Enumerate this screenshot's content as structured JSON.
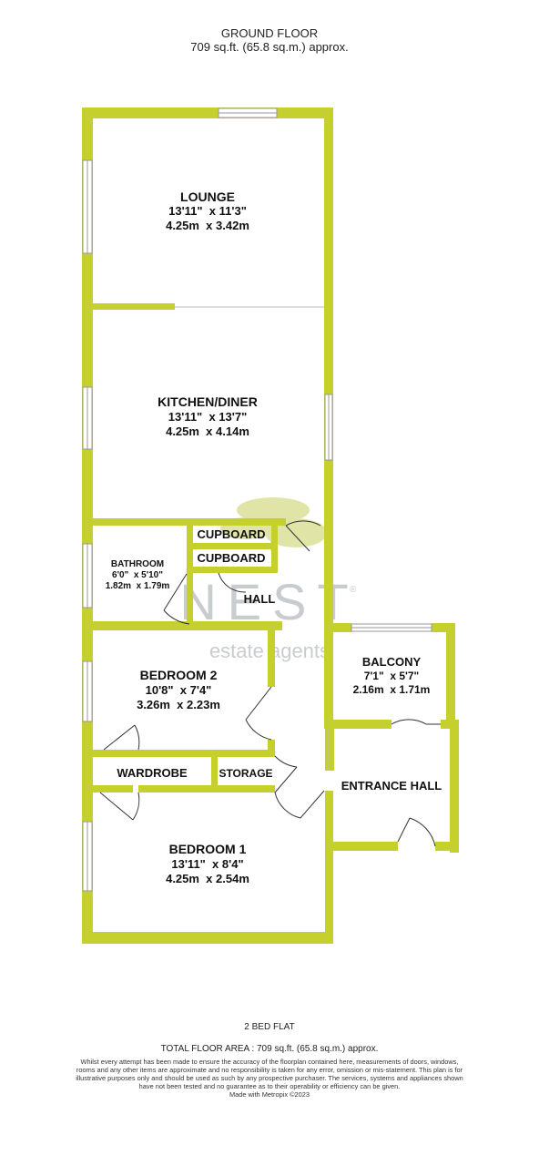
{
  "header": {
    "floor_title": "GROUND FLOOR",
    "floor_area": "709 sq.ft. (65.8 sq.m.) approx."
  },
  "rooms": {
    "lounge": {
      "name": "LOUNGE",
      "imperial": "13'11\"  x 11'3\"",
      "metric": "4.25m  x 3.42m"
    },
    "kitchen": {
      "name": "KITCHEN/DINER",
      "imperial": "13'11\"  x 13'7\"",
      "metric": "4.25m  x 4.14m"
    },
    "bathroom": {
      "name": "BATHROOM",
      "imperial": "6'0\"  x 5'10\"",
      "metric": "1.82m  x 1.79m"
    },
    "cupboard_1": {
      "name": "CUPBOARD"
    },
    "cupboard_2": {
      "name": "CUPBOARD"
    },
    "hall": {
      "name": "HALL"
    },
    "bedroom2": {
      "name": "BEDROOM 2",
      "imperial": "10'8\"  x 7'4\"",
      "metric": "3.26m  x 2.23m"
    },
    "balcony": {
      "name": "BALCONY",
      "imperial": "7'1\"  x 5'7\"",
      "metric": "2.16m  x 1.71m"
    },
    "wardrobe": {
      "name": "WARDROBE"
    },
    "storage": {
      "name": "STORAGE"
    },
    "entrance_hall": {
      "name": "ENTRANCE HALL"
    },
    "bedroom1": {
      "name": "BEDROOM 1",
      "imperial": "13'11\"  x 8'4\"",
      "metric": "4.25m  x 2.54m"
    }
  },
  "watermark": {
    "brand": "NEST",
    "tagline": "estate agents",
    "registered": "®"
  },
  "footer": {
    "property_type": "2 BED FLAT",
    "total_area": "TOTAL FLOOR AREA : 709 sq.ft. (65.8 sq.m.) approx.",
    "disclaimer": "Whilst every attempt has been made to ensure the accuracy of the floorplan contained here, measurements of doors, windows, rooms and any other items are approximate and no responsibility is taken for any error, omission or mis-statement. This plan is for illustrative purposes only and should be used as such by any prospective purchaser. The services, systems and appliances shown have not been tested and no guarantee as to their operability or efficiency can be given.",
    "credit": "Made with Metropix ©2023"
  },
  "colors": {
    "wall": "#c5d02e",
    "window": "#ffffff",
    "door_line": "#333333",
    "watermark": "#b7bcc0",
    "watermark_tree": "#d6dd8a"
  }
}
